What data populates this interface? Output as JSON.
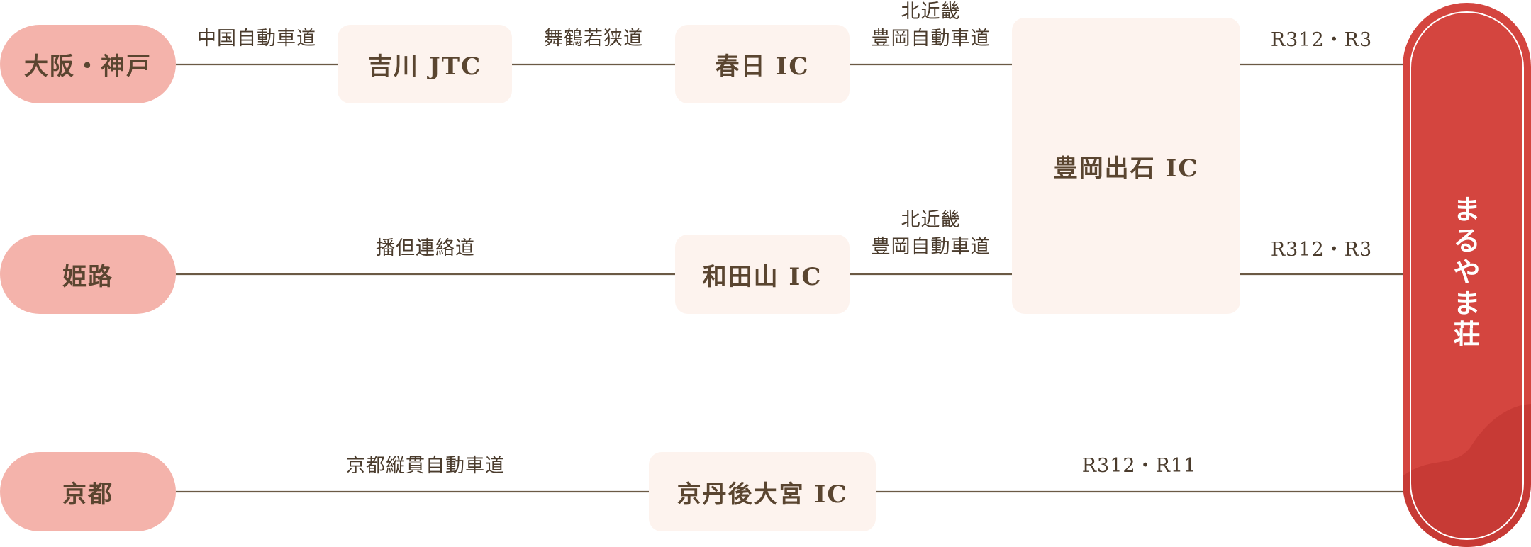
{
  "origins": {
    "osaka_kobe": "大阪・神戸",
    "himeji": "姫路",
    "kyoto": "京都"
  },
  "interchanges": {
    "yoshikawa": "吉川 JTC",
    "kasuga": "春日 IC",
    "wadayama": "和田山 IC",
    "toyooka_izushi": "豊岡出石 IC",
    "kyotango_omiya": "京丹後大宮 IC"
  },
  "roads": {
    "chugoku": "中国自動車道",
    "maizuru_wakasa": "舞鶴若狭道",
    "kitakinki_1_line1": "北近畿",
    "kitakinki_1_line2": "豊岡自動車道",
    "r312_r3_top": "R312・R3",
    "banttan": "播但連絡道",
    "kitakinki_2_line1": "北近畿",
    "kitakinki_2_line2": "豊岡自動車道",
    "r312_r3_mid": "R312・R3",
    "kyoto_jukan": "京都縦貫自動車道",
    "r312_r11": "R312・R11"
  },
  "destination": {
    "chars": [
      "ま",
      "る",
      "や",
      "ま",
      "荘"
    ]
  },
  "colors": {
    "origin_fill": "#f4b3ab",
    "ic_fill": "#fdf3ee",
    "destination_fill": "#d4453f",
    "line": "#6b5a45",
    "text": "#5a4530"
  }
}
